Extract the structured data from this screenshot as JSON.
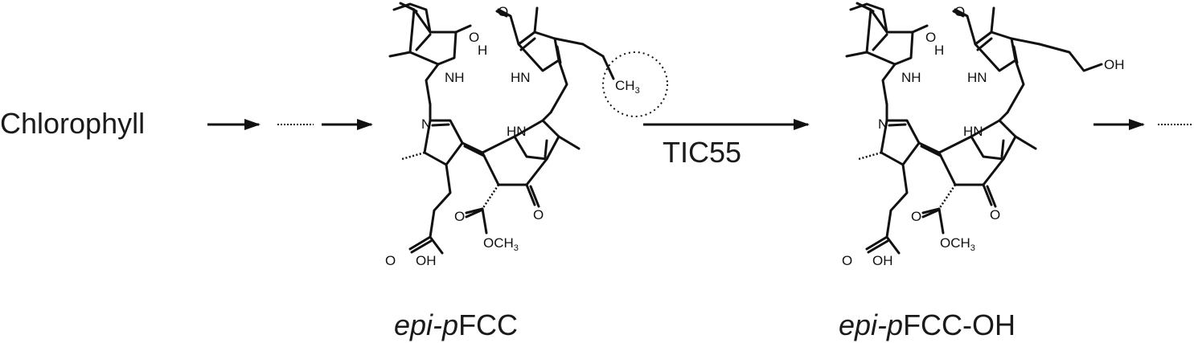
{
  "start_label": "Chlorophyll",
  "enzyme_label": "TIC55",
  "compounds": [
    {
      "name_italic": "epi-p",
      "name_rest": "FCC"
    },
    {
      "name_italic": "epi-p",
      "name_rest": "FCC-OH"
    }
  ],
  "atoms": {
    "O": "O",
    "H": "H",
    "NH": "NH",
    "HN": "HN",
    "N": "N",
    "OH": "OH",
    "OCH": "OCH",
    "CH": "CH",
    "sub3": "3"
  },
  "colors": {
    "ink": "#111111",
    "background": "#ffffff"
  }
}
